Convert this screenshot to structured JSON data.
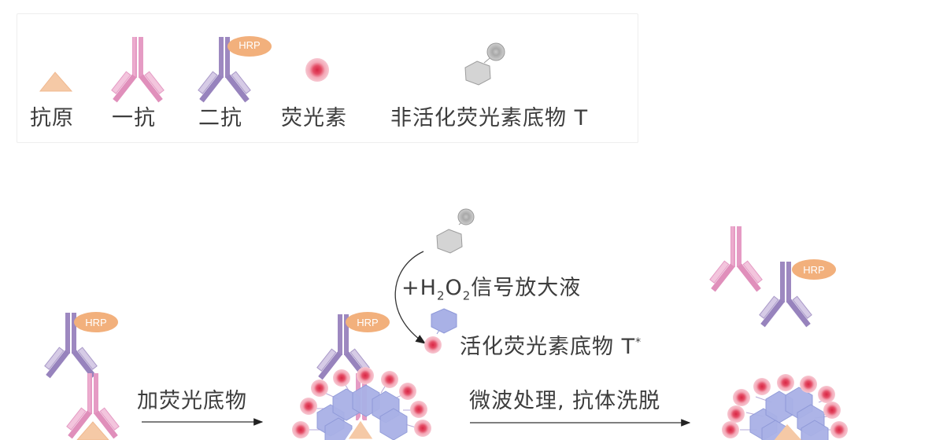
{
  "legend": {
    "items": [
      {
        "icon": "antigen-triangle-icon",
        "label": "抗原"
      },
      {
        "icon": "primary-antibody-icon",
        "label": "一抗"
      },
      {
        "icon": "secondary-antibody-hrp-icon",
        "label": "二抗"
      },
      {
        "icon": "fluorophore-icon",
        "label": "荧光素"
      },
      {
        "icon": "inactive-substrate-icon",
        "label": "非活化荧光素底物 T"
      }
    ],
    "hrp_tag": "HRP"
  },
  "process": {
    "step1_label": "加荧光底物",
    "reaction_label_prefix": "+H",
    "reaction_sub1": "2",
    "reaction_mid": "O",
    "reaction_sub2": "2",
    "reaction_label_suffix": "信号放大液",
    "activated_label": "活化荧光素底物 T",
    "activated_sup": "*",
    "step2_label": "微波处理, 抗体洗脱",
    "hrp_tag": "HRP"
  },
  "colors": {
    "antigen": "#f5c9a6",
    "primary_antibody": "#e59bc4",
    "primary_light": "#f3c5dd",
    "secondary_antibody": "#9d88c0",
    "secondary_light": "#d6cbe6",
    "hrp": "#f2b07c",
    "fluor_outer": "#f3aeb9",
    "fluor_inner": "#e0354f",
    "substrate_gray": "#d4d4d4",
    "activated_hex": "#a9b1e6"
  }
}
